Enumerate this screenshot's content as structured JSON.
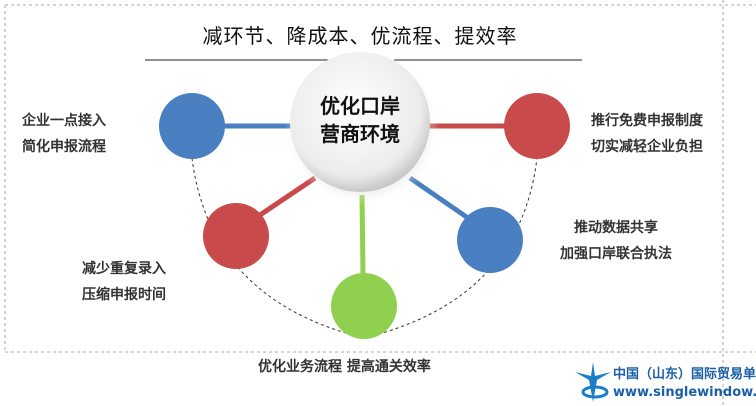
{
  "title": "减环节、降成本、优流程、提效率",
  "center": {
    "line1": "优化口岸",
    "line2": "营商环境"
  },
  "nodes": [
    {
      "line1": "企业一点接入",
      "line2": "简化申报流程",
      "color": "#4a7fc1"
    },
    {
      "line1": "推行免费申报制度",
      "line2": "切实减轻企业负担",
      "color": "#c94a4a"
    },
    {
      "line1": "减少重复录入",
      "line2": "压缩申报时间",
      "color": "#c94a4a"
    },
    {
      "line1": "推动数据共享",
      "line2": "加强口岸联合执法",
      "color": "#4a7fc1"
    },
    {
      "line1": "优化业务流程 提高通关效率",
      "line2": "",
      "color": "#8fd14f"
    }
  ],
  "logo": {
    "line1": "中国（山东）国际贸易单",
    "line2": "www.singlewindow."
  }
}
